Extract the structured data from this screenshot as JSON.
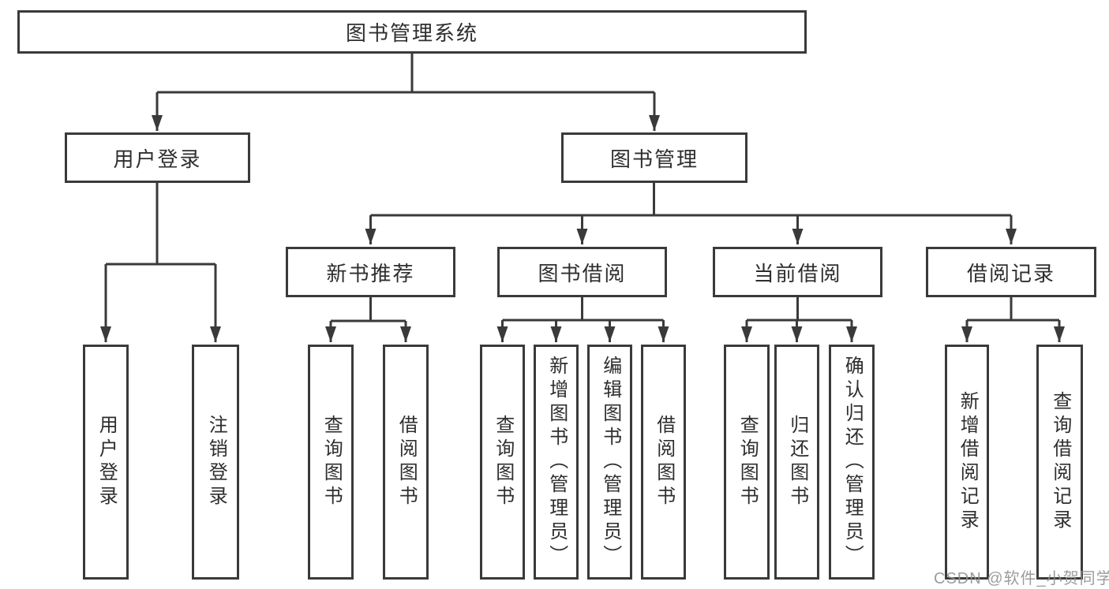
{
  "nodes": {
    "root": "图书管理系统",
    "user_login": "用户登录",
    "book_mgmt": "图书管理",
    "new_book_rec": "新书推荐",
    "book_borrow": "图书借阅",
    "current_borrow": "当前借阅",
    "borrow_record": "借阅记录",
    "login_leaf": "用户登录",
    "logout_leaf": "注销登录",
    "rec_query": "查询图书",
    "rec_borrow": "借阅图书",
    "bb_query": "查询图书",
    "bb_add": "新增图书（管理员）",
    "bb_edit": "编辑图书（管理员）",
    "bb_borrow": "借阅图书",
    "cb_query": "查询图书",
    "cb_return": "归还图书",
    "cb_confirm": "确认归还（管理员）",
    "br_add": "新增借阅记录",
    "br_query": "查询借阅记录"
  },
  "edges": [
    [
      "图书管理系统",
      "用户登录"
    ],
    [
      "图书管理系统",
      "图书管理"
    ],
    [
      "用户登录",
      "用户登录"
    ],
    [
      "用户登录",
      "注销登录"
    ],
    [
      "图书管理",
      "新书推荐"
    ],
    [
      "图书管理",
      "图书借阅"
    ],
    [
      "图书管理",
      "当前借阅"
    ],
    [
      "图书管理",
      "借阅记录"
    ],
    [
      "新书推荐",
      "查询图书"
    ],
    [
      "新书推荐",
      "借阅图书"
    ],
    [
      "图书借阅",
      "查询图书"
    ],
    [
      "图书借阅",
      "新增图书（管理员）"
    ],
    [
      "图书借阅",
      "编辑图书（管理员）"
    ],
    [
      "图书借阅",
      "借阅图书"
    ],
    [
      "当前借阅",
      "查询图书"
    ],
    [
      "当前借阅",
      "归还图书"
    ],
    [
      "当前借阅",
      "确认归还（管理员）"
    ],
    [
      "借阅记录",
      "新增借阅记录"
    ],
    [
      "借阅记录",
      "查询借阅记录"
    ]
  ],
  "watermark": "CSDN @软件_小贺同学",
  "colors": {
    "line": "#3a3a3a",
    "box_border": "#3a3a3a",
    "box_fill": "#ffffff",
    "text": "#2e2e2e",
    "watermark": "#919191",
    "background": "#ffffff"
  }
}
